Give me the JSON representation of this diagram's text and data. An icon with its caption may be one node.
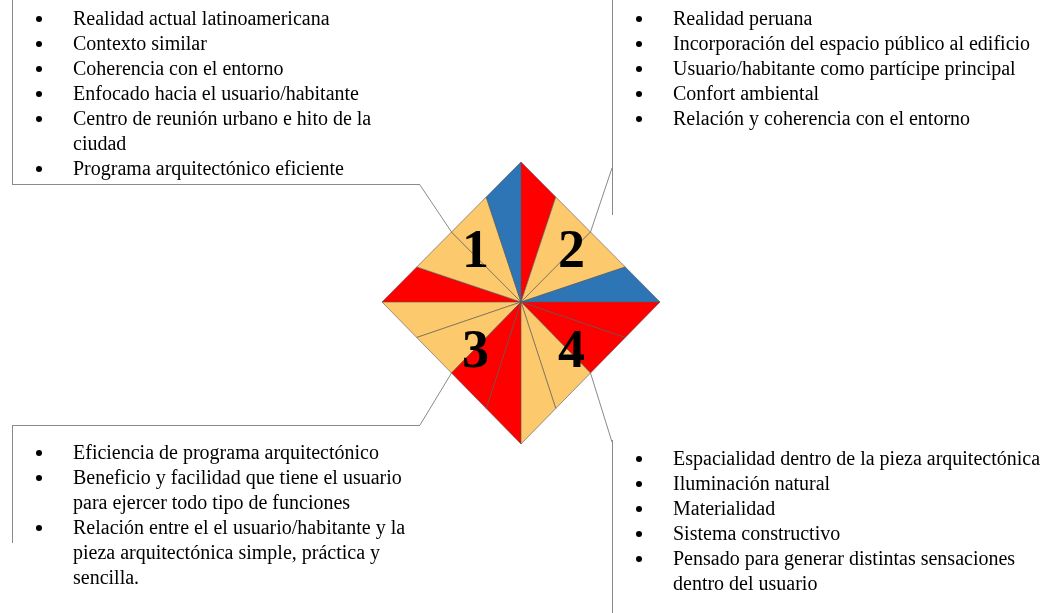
{
  "diagram": {
    "nodes": [
      {
        "text": [
          "Realidad actual latinoamericana",
          "Contexto similar",
          "Coherencia con el entorno",
          "Enfocado hacia el usuario/habitante",
          "Centro de reunión urbano e hito de la ciudad",
          "Programa arquitectónico eficiente"
        ]
      },
      {
        "text": [
          "Realidad peruana",
          "Incorporación del espacio público al edificio",
          "Usuario/habitante como partícipe principal",
          "Confort ambiental",
          "Relación y coherencia con el entorno"
        ]
      },
      {
        "text": [
          "1"
        ]
      },
      {
        "text": [
          "2"
        ]
      },
      {
        "text": [
          "3"
        ]
      },
      {
        "text": [
          "4"
        ]
      },
      {
        "text": [
          "Eficiencia de programa arquitectónico",
          "Beneficio y facilidad que tiene el usuario para ejercer todo tipo de funciones",
          "Relación entre el el usuario/habitante y la pieza arquitectónica simple, práctica y sencilla."
        ]
      },
      {
        "text": [
          "Espacialidad dentro de la pieza arquitectónica",
          "Iluminación natural",
          "Materialidad",
          "Sistema constructivo",
          "Pensado para generar distintas sensaciones dentro del usuario"
        ]
      }
    ],
    "edges": [
      {
        "from": 0,
        "to": 2,
        "arrow": "none"
      },
      {
        "from": 1,
        "to": 3,
        "arrow": "none"
      },
      {
        "from": 6,
        "to": 4,
        "arrow": "none"
      },
      {
        "from": 7,
        "to": 5,
        "arrow": "none"
      }
    ]
  }
}
